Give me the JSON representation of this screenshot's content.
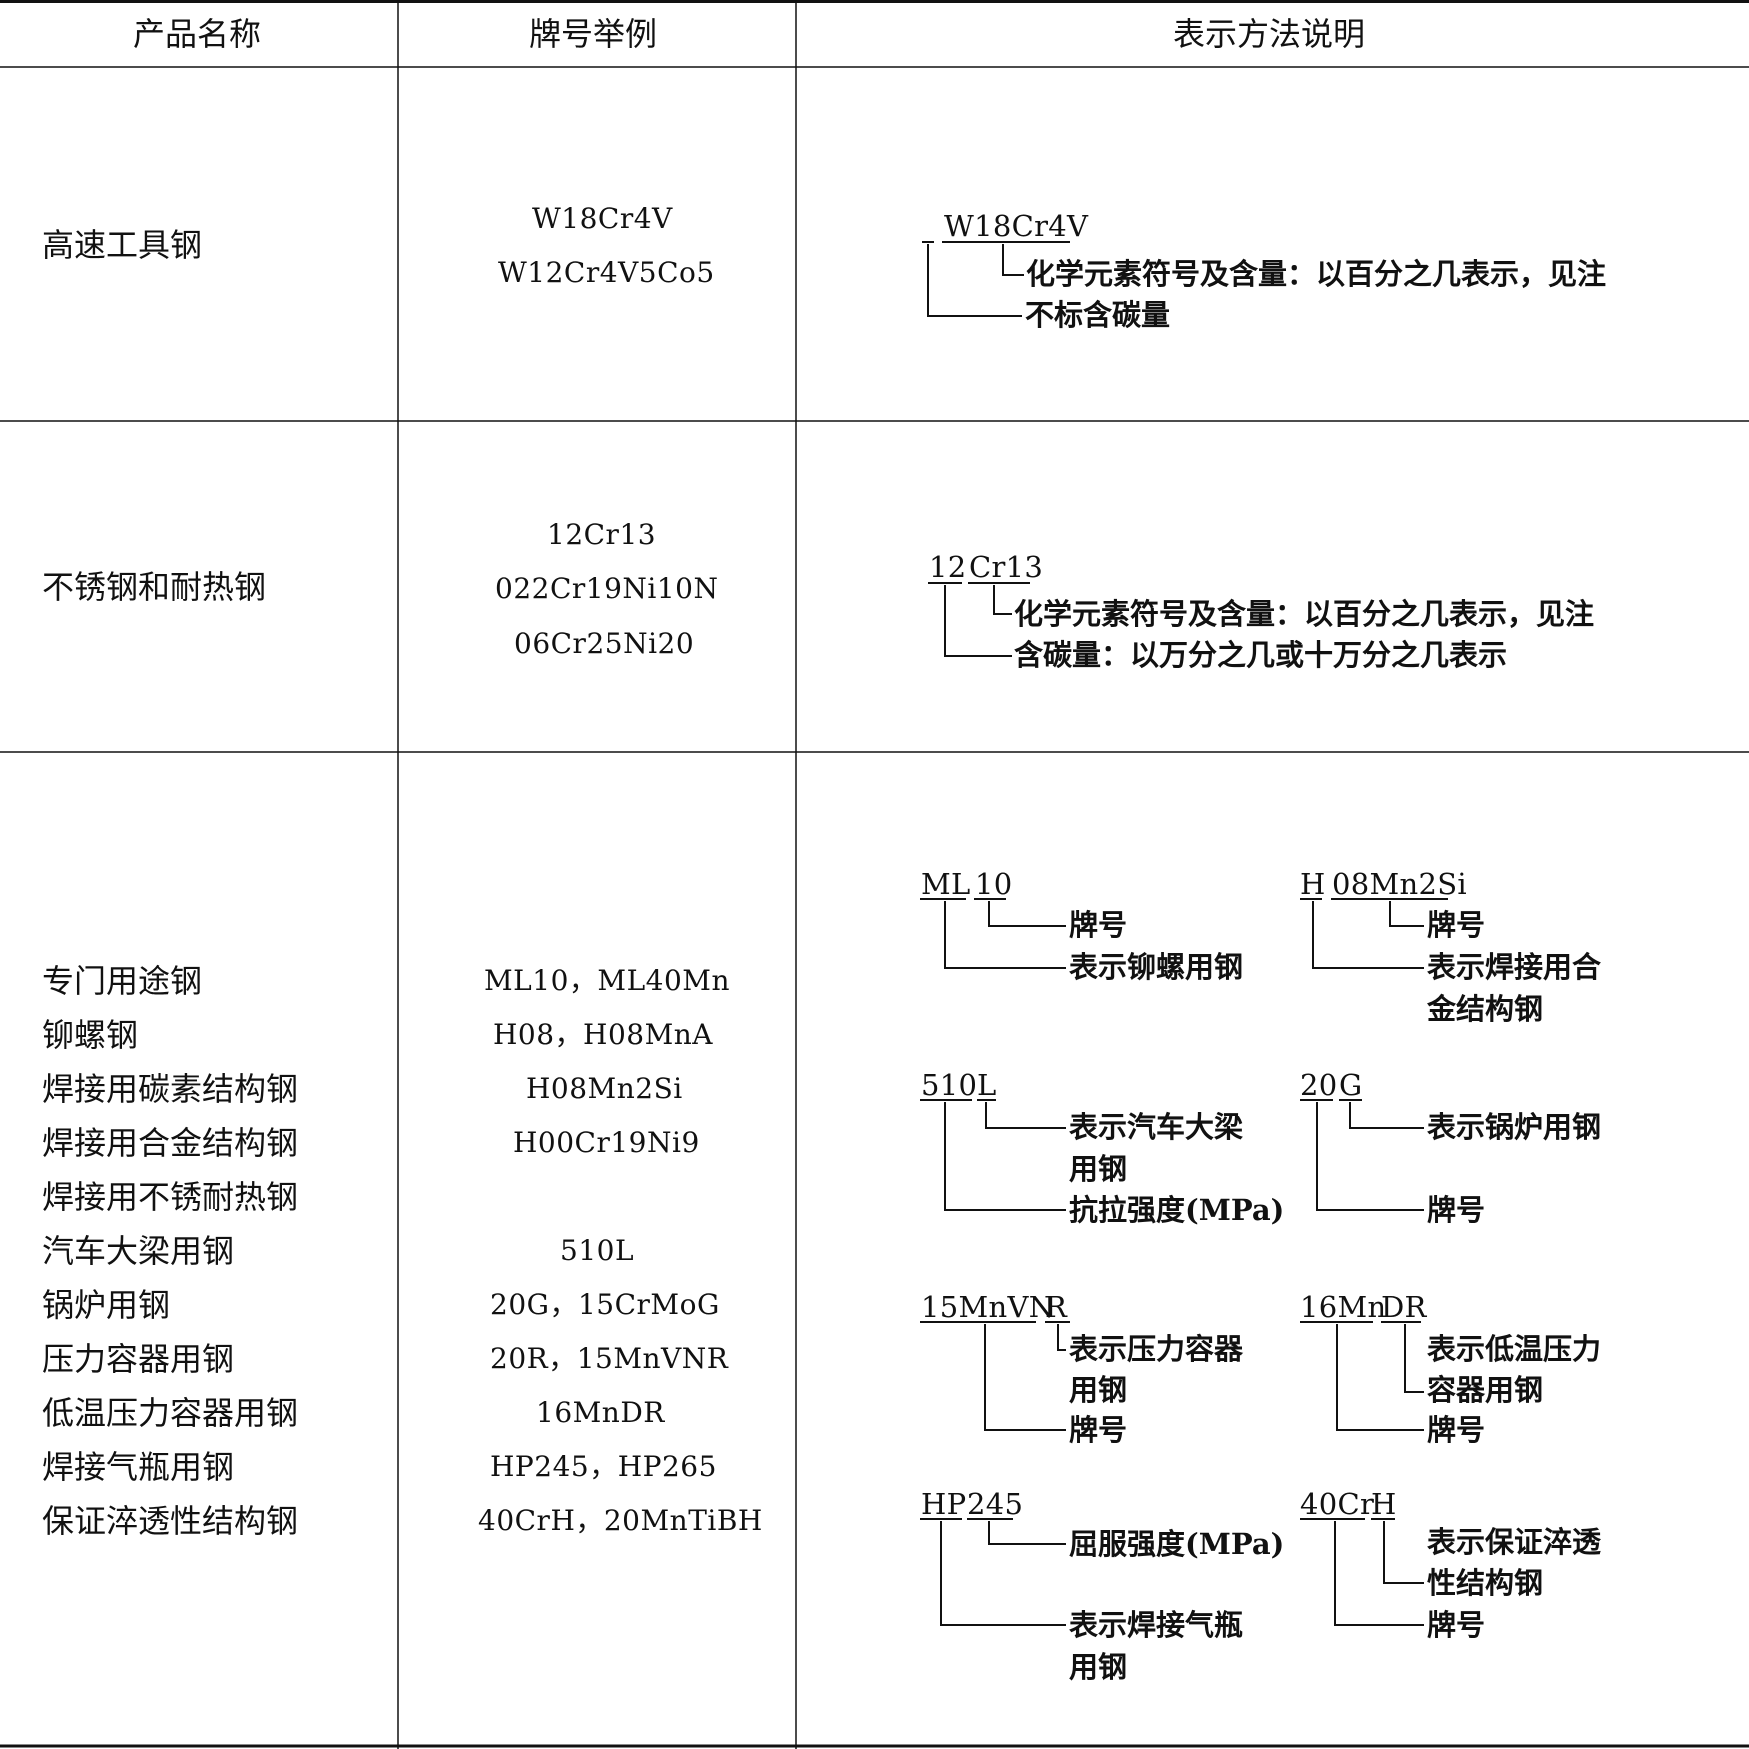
{
  "headers": [
    "产品名称",
    "牌号举例",
    "表示方法说明"
  ],
  "rows": [
    {
      "name": [
        "高速工具钢"
      ],
      "examples": [
        "W18Cr4V",
        "W12Cr4V5Co5"
      ]
    },
    {
      "name": [
        "不锈钢和耐热钢"
      ],
      "examples": [
        "12Cr13",
        "022Cr19Ni10N",
        "06Cr25Ni20"
      ]
    },
    {
      "name": [
        "专门用途钢",
        "铆螺钢",
        "焊接用碳素结构钢",
        "焊接用合金结构钢",
        "焊接用不锈耐热钢",
        "汽车大梁用钢",
        "锅炉用钢",
        "压力容器用钢",
        "低温压力容器用钢",
        "焊接气瓶用钢",
        "保证淬透性结构钢"
      ],
      "examples": [
        "ML10，ML40Mn",
        "H08，H08MnA",
        "H08Mn2Si",
        "H00Cr19Ni9",
        "",
        "510L",
        "20G，15CrMoG",
        "20R，15MnVNR",
        "16MnDR",
        "HP245，HP265",
        "40CrH，20MnTiBH"
      ]
    }
  ],
  "diagrams": {
    "hss": {
      "parts": [
        "W18Cr4V"
      ],
      "labels": [
        "化学元素符号及含量：以百分之几表示，见注",
        "不标含碳量"
      ]
    },
    "stainless": {
      "parts": [
        "12",
        "Cr13"
      ],
      "labels": [
        "化学元素符号及含量：以百分之几表示，见注",
        "含碳量：以万分之几或十万分之几表示"
      ]
    },
    "ml": {
      "parts": [
        "ML",
        "10"
      ],
      "labels": [
        "牌号",
        "表示铆螺用钢"
      ]
    },
    "h": {
      "parts": [
        "H",
        "08Mn2Si"
      ],
      "labels": [
        "牌号",
        "表示焊接用合",
        "金结构钢"
      ]
    },
    "l510": {
      "parts": [
        "510",
        "L"
      ],
      "labels": [
        "表示汽车大梁",
        "用钢",
        "抗拉强度(MPa)"
      ]
    },
    "g20": {
      "parts": [
        "20",
        "G"
      ],
      "labels": [
        "表示锅炉用钢",
        "牌号"
      ]
    },
    "r15": {
      "parts": [
        "15MnVN",
        "R"
      ],
      "labels": [
        "表示压力容器",
        "用钢",
        "牌号"
      ]
    },
    "dr16": {
      "parts": [
        "16Mn",
        "DR"
      ],
      "labels": [
        "表示低温压力",
        "容器用钢",
        "牌号"
      ]
    },
    "hp": {
      "parts": [
        "HP",
        "245"
      ],
      "labels": [
        "屈服强度(MPa)",
        "表示焊接气瓶",
        "用钢"
      ]
    },
    "crh": {
      "parts": [
        "40Cr",
        "H"
      ],
      "labels": [
        "表示保证淬透",
        "性结构钢",
        "牌号"
      ]
    }
  }
}
